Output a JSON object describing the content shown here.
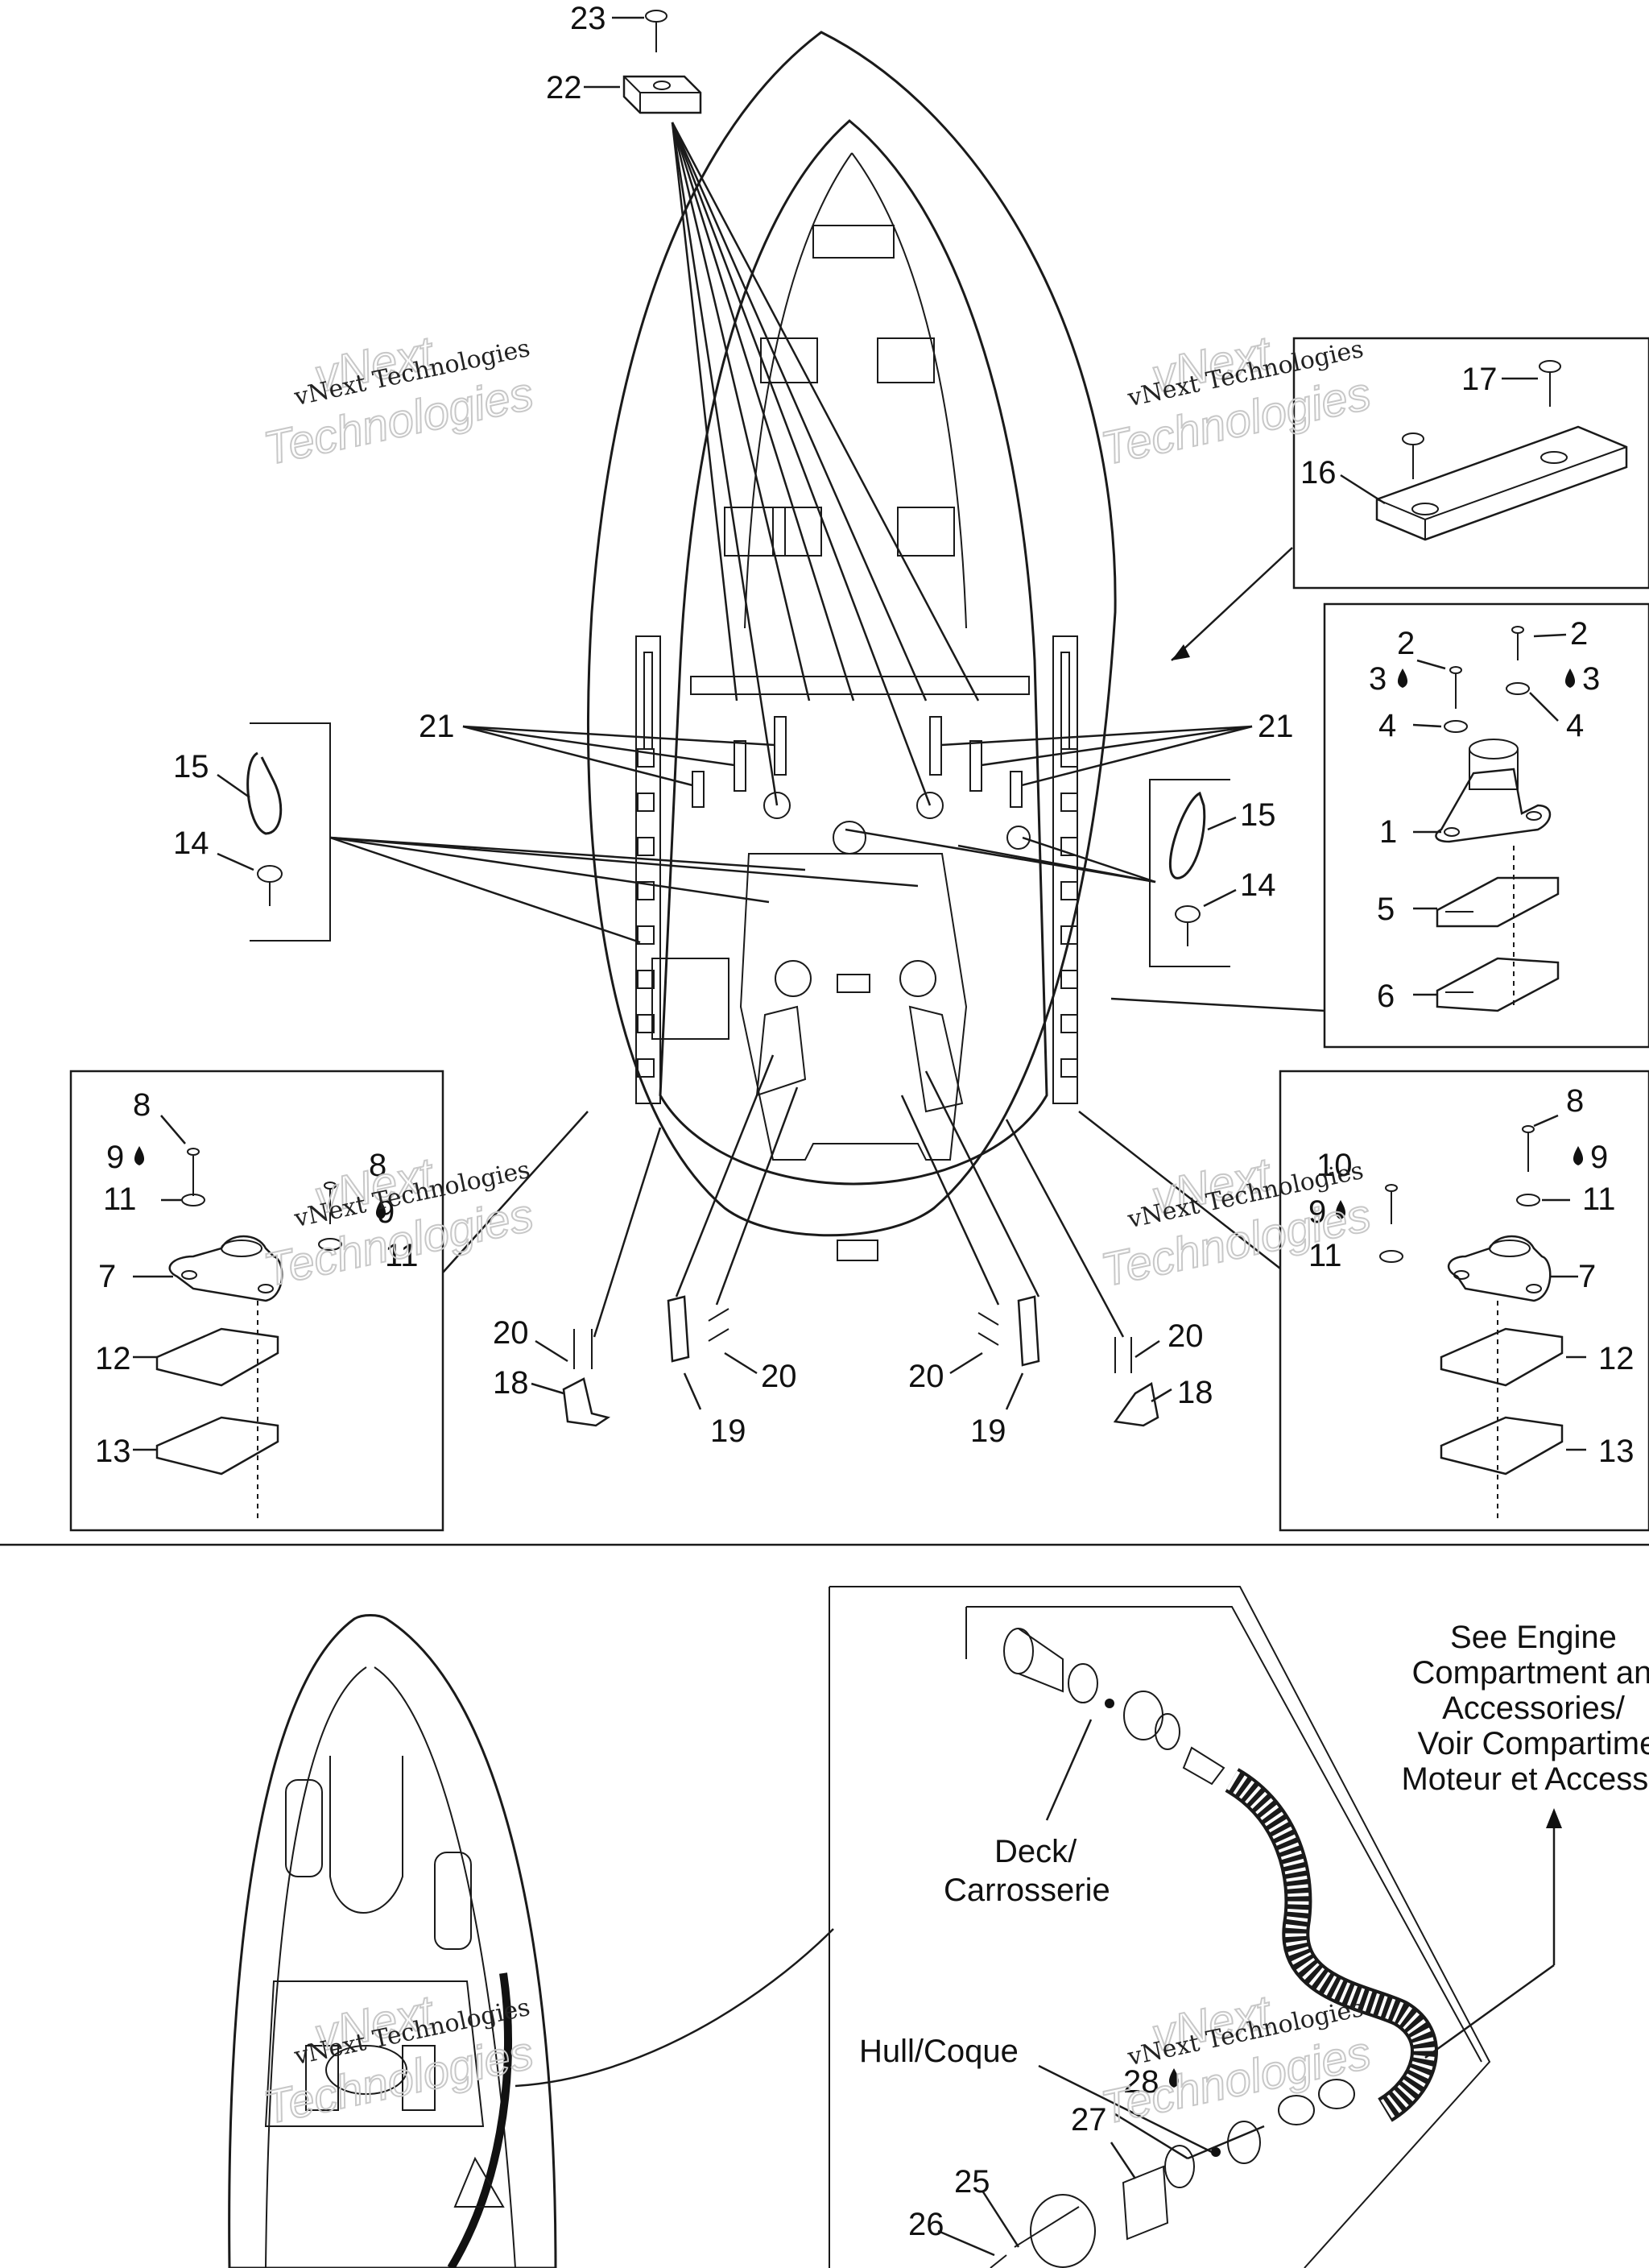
{
  "watermark": {
    "line": "vNext Technologies",
    "big_top": "vNext",
    "big_bottom": "Technologies"
  },
  "callouts": {
    "c1": "1",
    "c2": "2",
    "c3": "3",
    "c4": "4",
    "c5": "5",
    "c6": "6",
    "c7": "7",
    "c8": "8",
    "c9": "9",
    "c10": "10",
    "c11": "11",
    "c12": "12",
    "c13": "13",
    "c14": "14",
    "c15": "15",
    "c16": "16",
    "c17": "17",
    "c18": "18",
    "c19": "19",
    "c20": "20",
    "c21": "21",
    "c22": "22",
    "c23": "23",
    "c25": "25",
    "c26": "26",
    "c27": "27",
    "c28": "28"
  },
  "labels": {
    "deck": [
      "Deck/",
      "Carrosserie"
    ],
    "hull": "Hull/Coque",
    "see_engine": [
      "See Engine",
      "Compartment an",
      "Accessories/",
      "Voir Compartime",
      "Moteur et Accesso"
    ]
  },
  "icons": {
    "lubricant": "oil-drop-icon",
    "fastener": "screw-icon"
  }
}
